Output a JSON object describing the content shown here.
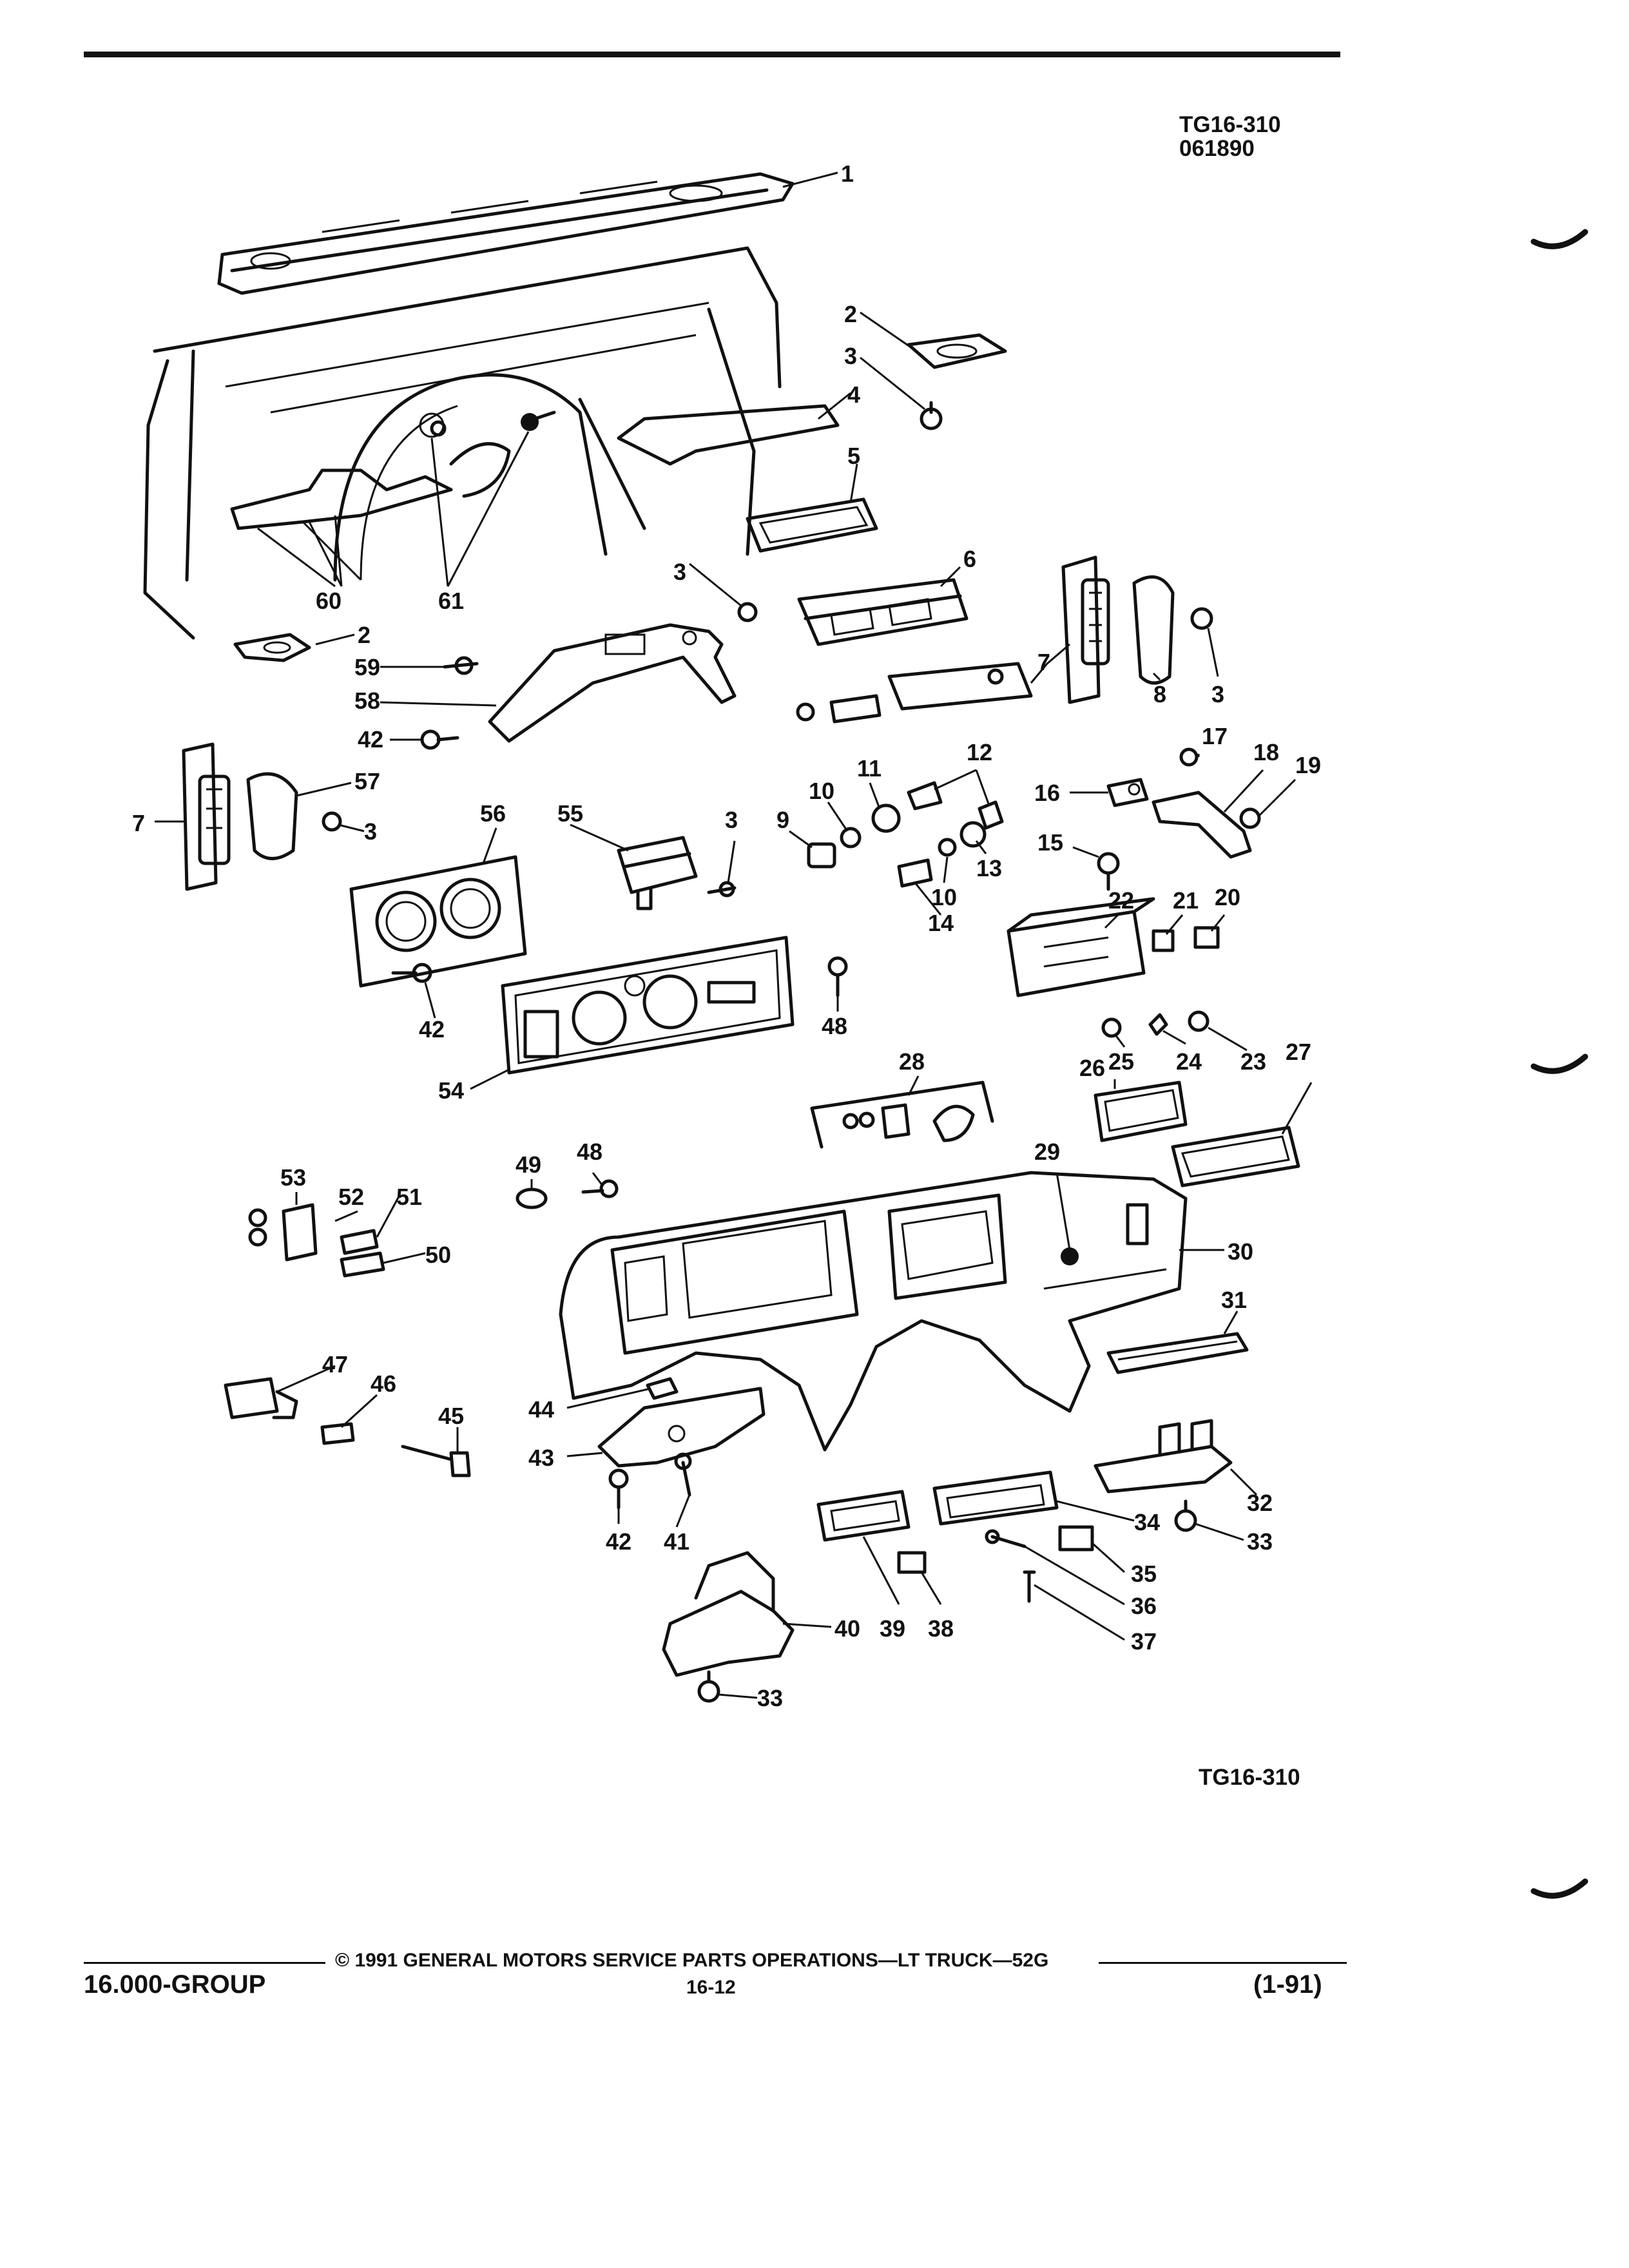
{
  "header": {
    "figure_code": "TG16-310",
    "date_code": "061890"
  },
  "figure": {
    "bottom_code": "TG16-310",
    "callouts": [
      {
        "label": "1"
      },
      {
        "label": "2"
      },
      {
        "label": "3"
      },
      {
        "label": "4"
      },
      {
        "label": "5"
      },
      {
        "label": "60"
      },
      {
        "label": "61"
      },
      {
        "label": "3"
      },
      {
        "label": "6"
      },
      {
        "label": "2"
      },
      {
        "label": "59"
      },
      {
        "label": "58"
      },
      {
        "label": "7"
      },
      {
        "label": "8"
      },
      {
        "label": "3"
      },
      {
        "label": "42"
      },
      {
        "label": "57"
      },
      {
        "label": "7"
      },
      {
        "label": "3"
      },
      {
        "label": "56"
      },
      {
        "label": "55"
      },
      {
        "label": "3"
      },
      {
        "label": "11"
      },
      {
        "label": "12"
      },
      {
        "label": "10"
      },
      {
        "label": "9"
      },
      {
        "label": "13"
      },
      {
        "label": "10"
      },
      {
        "label": "14"
      },
      {
        "label": "17"
      },
      {
        "label": "18"
      },
      {
        "label": "19"
      },
      {
        "label": "16"
      },
      {
        "label": "15"
      },
      {
        "label": "22"
      },
      {
        "label": "21"
      },
      {
        "label": "20"
      },
      {
        "label": "42"
      },
      {
        "label": "48"
      },
      {
        "label": "54"
      },
      {
        "label": "25"
      },
      {
        "label": "24"
      },
      {
        "label": "23"
      },
      {
        "label": "27"
      },
      {
        "label": "26"
      },
      {
        "label": "28"
      },
      {
        "label": "29"
      },
      {
        "label": "49"
      },
      {
        "label": "48"
      },
      {
        "label": "53"
      },
      {
        "label": "52"
      },
      {
        "label": "51"
      },
      {
        "label": "50"
      },
      {
        "label": "30"
      },
      {
        "label": "31"
      },
      {
        "label": "47"
      },
      {
        "label": "46"
      },
      {
        "label": "45"
      },
      {
        "label": "44"
      },
      {
        "label": "43"
      },
      {
        "label": "32"
      },
      {
        "label": "33"
      },
      {
        "label": "34"
      },
      {
        "label": "35"
      },
      {
        "label": "36"
      },
      {
        "label": "37"
      },
      {
        "label": "42"
      },
      {
        "label": "41"
      },
      {
        "label": "40"
      },
      {
        "label": "39"
      },
      {
        "label": "38"
      },
      {
        "label": "33"
      }
    ]
  },
  "footer": {
    "copyright_line": "© 1991 GENERAL MOTORS SERVICE PARTS OPERATIONS—LT TRUCK—52G",
    "group_label": "16.000-GROUP",
    "page_number": "16-12",
    "revision": "(1-91)"
  }
}
